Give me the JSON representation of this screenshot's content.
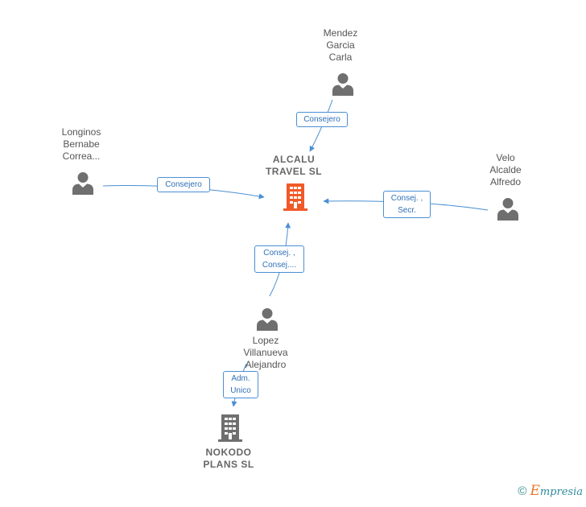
{
  "nodes": {
    "mendez": {
      "lines": [
        "Mendez",
        "Garcia",
        "Carla"
      ]
    },
    "longinos": {
      "lines": [
        "Longinos",
        "Bernabe",
        "Correa..."
      ]
    },
    "velo": {
      "lines": [
        "Velo",
        "Alcalde",
        "Alfredo"
      ]
    },
    "lopez": {
      "lines": [
        "Lopez",
        "Villanueva",
        "Alejandro"
      ]
    },
    "alcalu": {
      "lines": [
        "ALCALU",
        "TRAVEL  SL"
      ]
    },
    "nokodo": {
      "lines": [
        "NOKODO",
        "PLANS  SL"
      ]
    }
  },
  "edges": {
    "mendez_alcalu": {
      "lines": [
        "Consejero"
      ]
    },
    "longinos_alcalu": {
      "lines": [
        "Consejero"
      ]
    },
    "velo_alcalu": {
      "lines": [
        "Consej. ,",
        "Secr."
      ]
    },
    "lopez_alcalu": {
      "lines": [
        "Consej. ,",
        "Consej...."
      ]
    },
    "lopez_nokodo": {
      "lines": [
        "Adm.",
        "Unico"
      ]
    }
  },
  "colors": {
    "edge": "#4a8fd4",
    "person": "#6f6f6f",
    "focus_company": "#f05a28",
    "company": "#6f6f6f"
  },
  "footer": {
    "copyright": "©",
    "brand_initial": "E",
    "brand_rest": "mpresia"
  }
}
